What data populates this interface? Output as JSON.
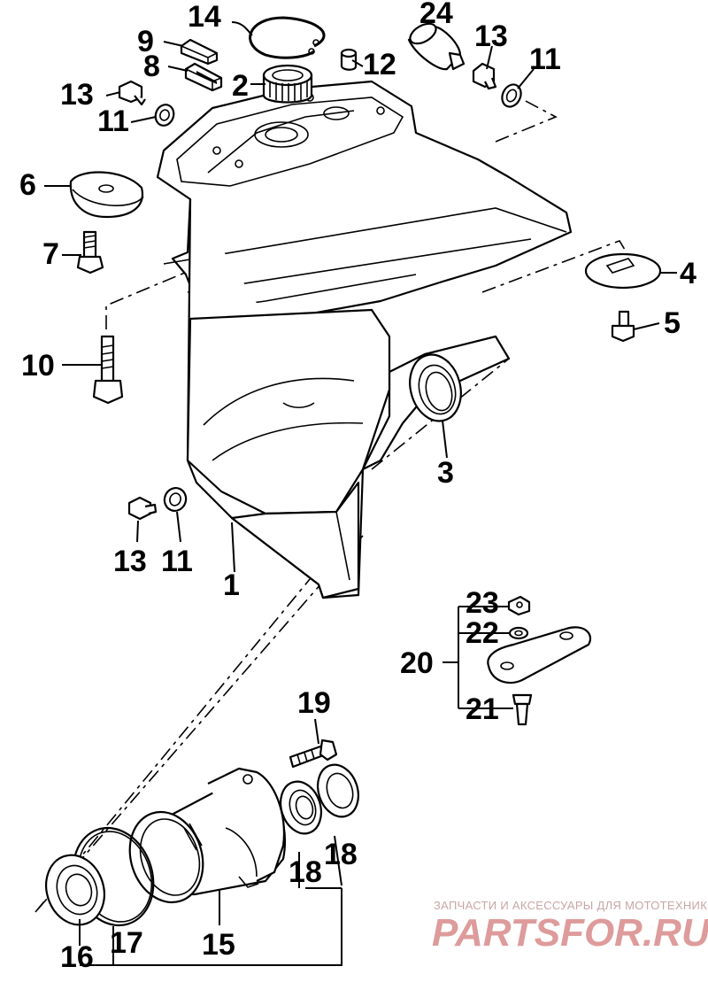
{
  "callouts": {
    "c1": "1",
    "c2": "2",
    "c3": "3",
    "c4": "4",
    "c5": "5",
    "c6": "6",
    "c7": "7",
    "c8": "8",
    "c9": "9",
    "c10": "10",
    "c11a": "11",
    "c11b": "11",
    "c11c": "11",
    "c12": "12",
    "c13a": "13",
    "c13b": "13",
    "c13c": "13",
    "c14": "14",
    "c15": "15",
    "c16": "16",
    "c17": "17",
    "c18a": "18",
    "c18b": "18",
    "c19": "19",
    "c20": "20",
    "c21": "21",
    "c22": "22",
    "c23": "23",
    "c24": "24"
  },
  "watermark": {
    "tagline": "ЗАПЧАСТИ И АКСЕССУАРЫ ДЛЯ МОТОТЕХНИКИ",
    "brand": "PARTSFOR.RU",
    "color": "#d98a8a"
  }
}
